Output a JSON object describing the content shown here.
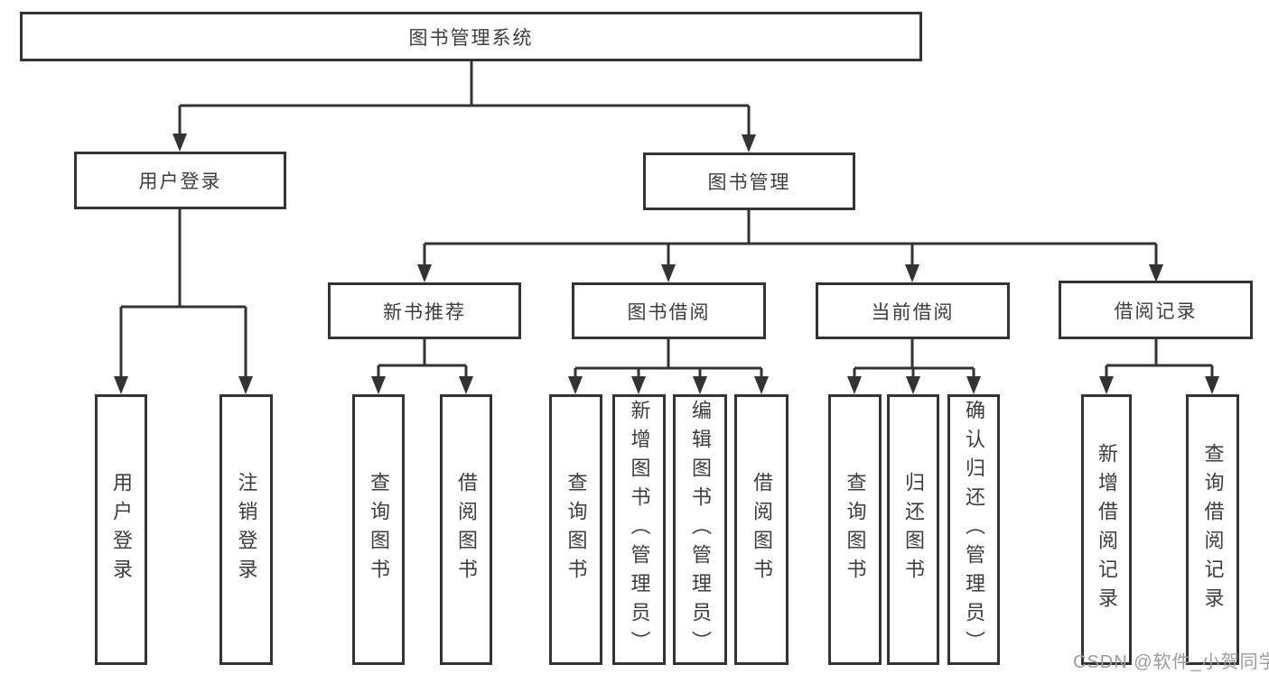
{
  "tree": {
    "label": "图书管理系统",
    "children": [
      {
        "label": "用户登录",
        "children": [
          {
            "label": "用户登录"
          },
          {
            "label": "注销登录"
          }
        ]
      },
      {
        "label": "图书管理",
        "children": [
          {
            "label": "新书推荐",
            "children": [
              {
                "label": "查询图书"
              },
              {
                "label": "借阅图书"
              }
            ]
          },
          {
            "label": "图书借阅",
            "children": [
              {
                "label": "查询图书"
              },
              {
                "label": "新增图书（管理员）"
              },
              {
                "label": "编辑图书（管理员）"
              },
              {
                "label": "借阅图书"
              }
            ]
          },
          {
            "label": "当前借阅",
            "children": [
              {
                "label": "查询图书"
              },
              {
                "label": "归还图书"
              },
              {
                "label": "确认归还（管理员）"
              }
            ]
          },
          {
            "label": "借阅记录",
            "children": [
              {
                "label": "新增借阅记录"
              },
              {
                "label": "查询借阅记录"
              }
            ]
          }
        ]
      }
    ]
  },
  "watermark": "CSDN @软件_小贺同学",
  "colors": {
    "line": "#333333",
    "text": "#3d3d3d",
    "background": "#ffffff",
    "watermark": "#9b9b9b"
  }
}
